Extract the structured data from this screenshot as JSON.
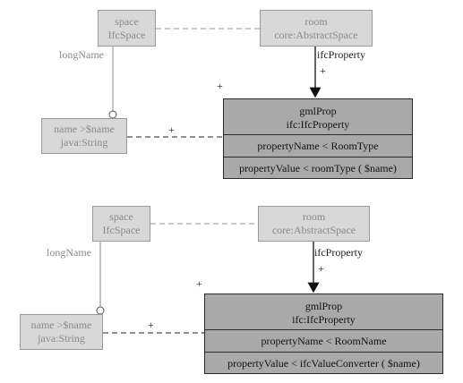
{
  "diagrams": [
    {
      "space": {
        "line1": "space",
        "line2": "IfcSpace"
      },
      "room": {
        "line1": "room",
        "line2": "core:AbstractSpace"
      },
      "name": {
        "line1": "name >$name",
        "line2": "java:String"
      },
      "gml": {
        "line1": "gmlProp",
        "line2": "ifc:IfcProperty",
        "row1": "propertyName < RoomType",
        "row2": "propertyValue < roomType ( $name)"
      },
      "labels": {
        "longName": "longName",
        "ifcProperty": "ifcProperty",
        "plus1": "+",
        "plus2": "+",
        "plus3": "+"
      }
    },
    {
      "space": {
        "line1": "space",
        "line2": "IfcSpace"
      },
      "room": {
        "line1": "room",
        "line2": "core:AbstractSpace"
      },
      "name": {
        "line1": "name >$name",
        "line2": "java:String"
      },
      "gml": {
        "line1": "gmlProp",
        "line2": "ifc:IfcProperty",
        "row1": "propertyName < RoomName",
        "row2": "propertyValue < ifcValueConverter ( $name)"
      },
      "labels": {
        "longName": "longName",
        "ifcProperty": "ifcProperty",
        "plus1": "+",
        "plus2": "+",
        "plus3": "+"
      }
    }
  ]
}
